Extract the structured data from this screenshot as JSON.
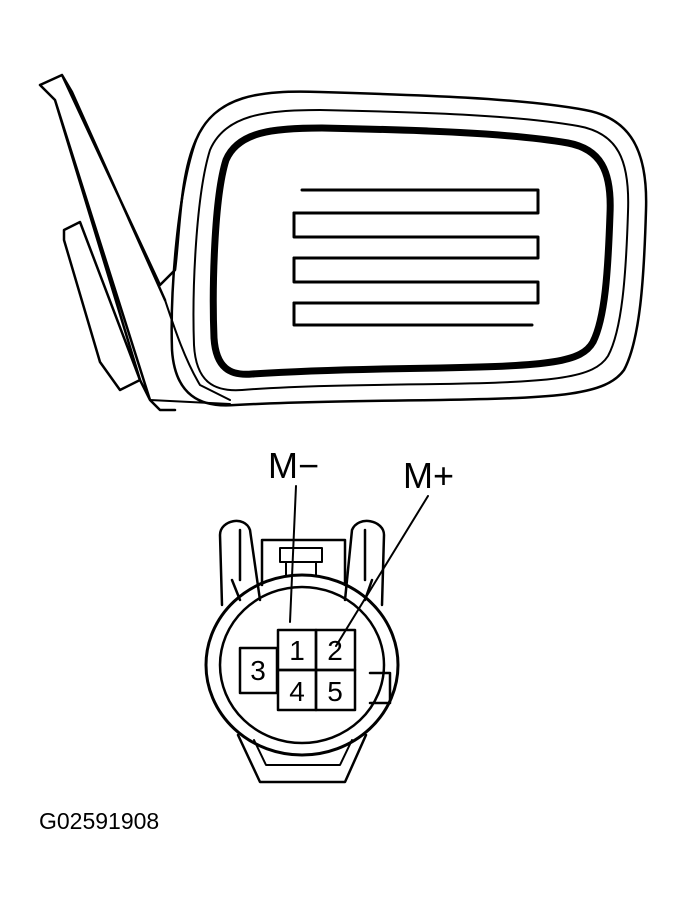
{
  "labels": {
    "m_minus": "M−",
    "m_plus": "M+"
  },
  "connector": {
    "pins": [
      "1",
      "2",
      "3",
      "4",
      "5"
    ]
  },
  "caption": "G02591908"
}
